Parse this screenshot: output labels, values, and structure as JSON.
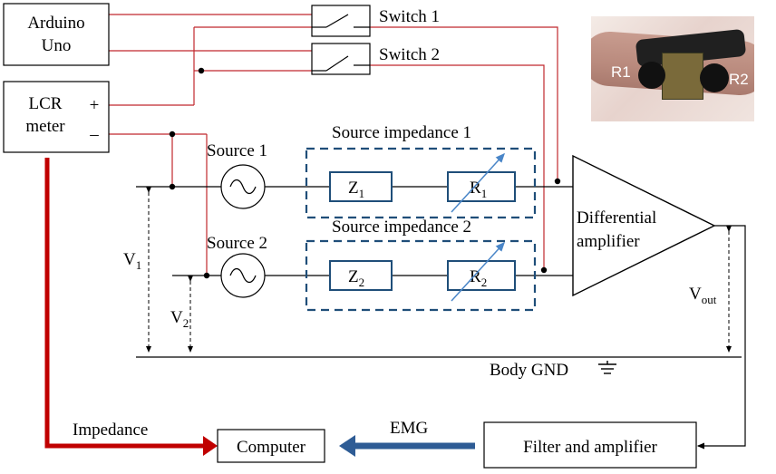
{
  "blocks": {
    "arduino_line1": "Arduino",
    "arduino_line2": "Uno",
    "lcr_line1": "LCR",
    "lcr_line2": "meter",
    "plus": "+",
    "minus": "–",
    "switch1": "Switch 1",
    "switch2": "Switch 2",
    "source1": "Source 1",
    "source2": "Source 2",
    "source_impedance1": "Source impedance 1",
    "source_impedance2": "Source impedance 2",
    "z_letter": "Z",
    "r_letter": "R",
    "sub1": "1",
    "sub2": "2",
    "diff_line1": "Differential",
    "diff_line2": "amplifier",
    "v_letter": "V",
    "vout_sub": "out",
    "body_gnd": "Body GND",
    "impedance": "Impedance",
    "emg": "EMG",
    "computer": "Computer",
    "filter": "Filter and amplifier"
  },
  "photo": {
    "label_r1": "R1",
    "label_r2": "R2"
  },
  "colors": {
    "signal_wire": "#c0282d",
    "thick_arrow_red": "#c00000",
    "thick_arrow_blue": "#2e5c95",
    "impedance_box_border": "#1f4e79",
    "adjust_arrow": "#4a86c8"
  }
}
